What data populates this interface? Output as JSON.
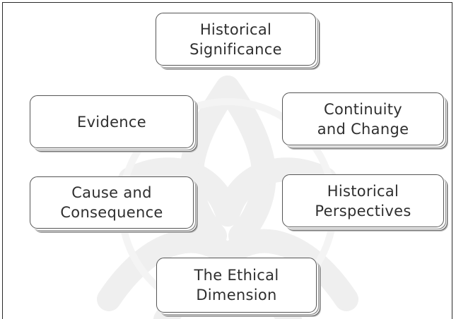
{
  "diagram": {
    "concepts": [
      {
        "id": "significance",
        "label": "Historical\nSignificance"
      },
      {
        "id": "evidence",
        "label": "Evidence"
      },
      {
        "id": "continuity",
        "label": "Continuity\nand Change"
      },
      {
        "id": "cause",
        "label": "Cause and\nConsequence"
      },
      {
        "id": "perspectives",
        "label": "Historical\nPerspectives"
      },
      {
        "id": "ethical",
        "label": "The Ethical\nDimension"
      }
    ]
  },
  "colors": {
    "text": "#2f2f2f",
    "border": "#555555",
    "watermark": "#f0f0f0"
  }
}
